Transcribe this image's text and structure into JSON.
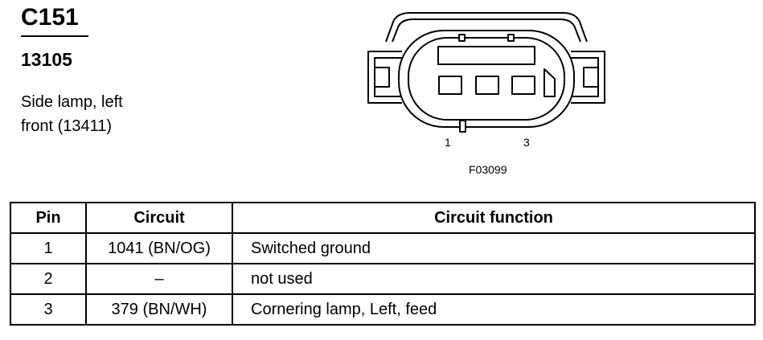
{
  "connector": {
    "id": "C151",
    "part_number": "13105",
    "description": "Side lamp, left\nfront (13411)"
  },
  "diagram": {
    "pin_label_left": "1",
    "pin_label_right": "3",
    "figure_ref": "F03099"
  },
  "table": {
    "headers": {
      "pin": "Pin",
      "circuit": "Circuit",
      "function": "Circuit function"
    },
    "rows": [
      {
        "pin": "1",
        "circuit": "1041 (BN/OG)",
        "function": "Switched ground"
      },
      {
        "pin": "2",
        "circuit": "–",
        "function": "not used"
      },
      {
        "pin": "3",
        "circuit": "379 (BN/WH)",
        "function": "Cornering lamp, Left, feed"
      }
    ]
  }
}
